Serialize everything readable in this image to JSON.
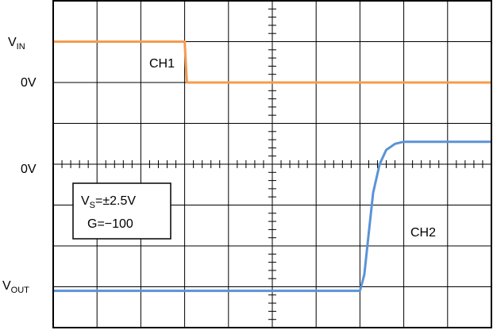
{
  "chart_data": {
    "type": "line",
    "title": "",
    "xlabel": "",
    "ylabel": "",
    "x_divisions": 10,
    "y_divisions": 8,
    "xlim": [
      0,
      10
    ],
    "ylim": [
      0,
      8
    ],
    "grid": true,
    "series": [
      {
        "name": "CH1",
        "color": "#F59C4E",
        "x": [
          0,
          3.0,
          3.05,
          10
        ],
        "y": [
          7.0,
          7.0,
          6.0,
          6.0
        ]
      },
      {
        "name": "CH2",
        "color": "#5B93D6",
        "x": [
          0,
          7.0,
          7.1,
          7.2,
          7.3,
          7.45,
          7.6,
          7.8,
          8.0,
          8.4,
          10
        ],
        "y": [
          0.9,
          0.9,
          1.3,
          2.3,
          3.3,
          4.0,
          4.35,
          4.5,
          4.55,
          4.55,
          4.55
        ]
      }
    ],
    "labels": {
      "vin_main": "V",
      "vin_sub": "IN",
      "ch1_zero": "0V",
      "ch2_zero": "0V",
      "vout_main": "V",
      "vout_sub": "OUT",
      "ch1": "CH1",
      "ch2": "CH2"
    },
    "info_box": {
      "line1_main": "V",
      "line1_sub": "S",
      "line1_rest": "=±2.5V",
      "line2": "G=−100"
    }
  }
}
